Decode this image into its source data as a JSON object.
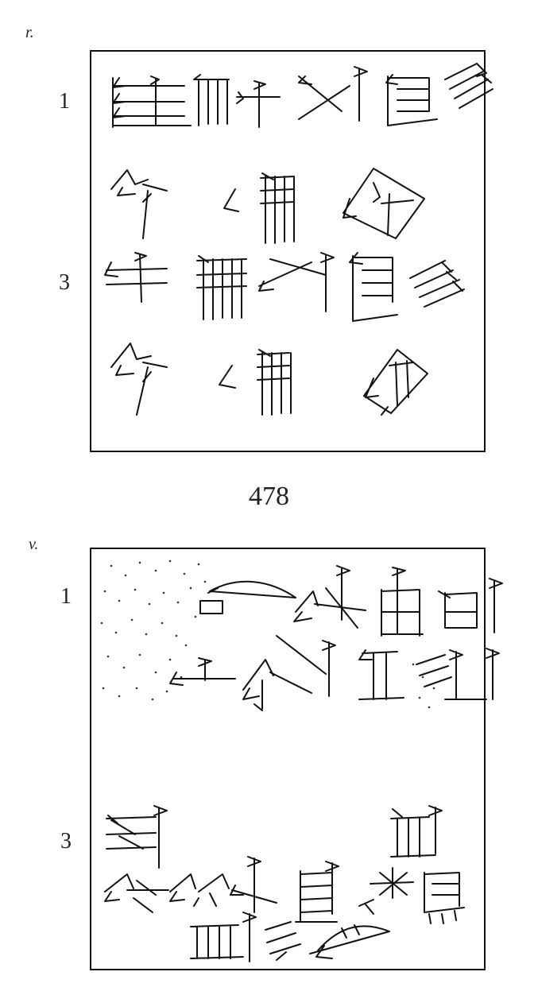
{
  "obverse": {
    "side_label": "r.",
    "line_numbers": [
      "1",
      "3"
    ]
  },
  "tablet_number": "478",
  "reverse": {
    "side_label": "v.",
    "line_numbers": [
      "1",
      "3"
    ]
  }
}
